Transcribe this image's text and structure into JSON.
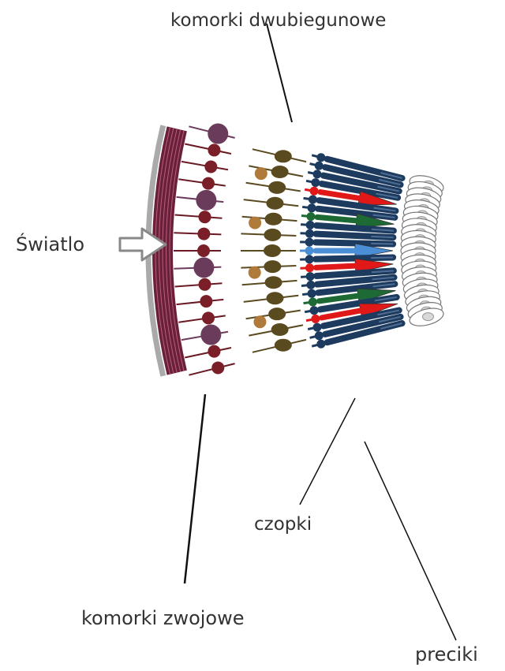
{
  "labels": {
    "bipolar": "komorki dwubiegunowe",
    "light": "Światlo",
    "cones": "czopki",
    "ganglion": "komorki zwojowe",
    "rods": "preciki"
  },
  "colors": {
    "rod": "#1d3a5f",
    "cone_red": "#e01818",
    "cone_green": "#1e6a35",
    "cone_blue": "#4a8fd6",
    "nerve_layer": "#6a1f3a",
    "ganglion_cell": "#6b3b5c",
    "bipolar_cell": "#5a4a20",
    "horizontal_cell": "#b07a3a"
  },
  "cone_types": [
    "red",
    "green",
    "blue",
    "red",
    "green",
    "red"
  ]
}
